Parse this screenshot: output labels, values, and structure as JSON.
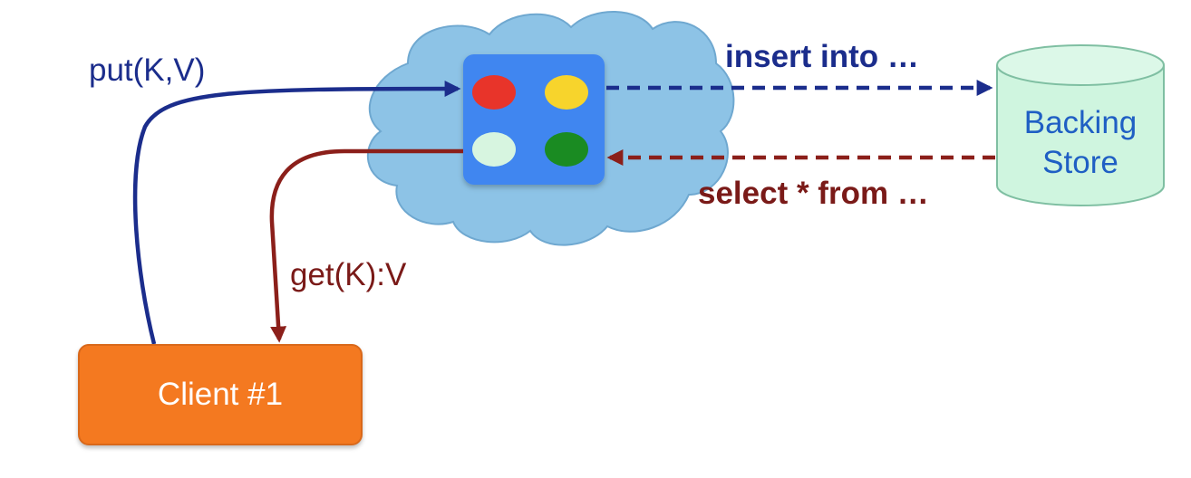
{
  "labels": {
    "put": "put(K,V)",
    "get": "get(K):V",
    "insert": "insert into …",
    "select": "select * from …"
  },
  "backing_store": {
    "line1": "Backing",
    "line2": "Store"
  },
  "client": {
    "label": "Client #1"
  },
  "cache_entries": [
    {
      "color": "#e8342a"
    },
    {
      "color": "#f7d42c"
    },
    {
      "color": "#d7f5e0"
    },
    {
      "color": "#1a8b22"
    }
  ],
  "colors": {
    "put_arrow": "#1b2d8c",
    "get_arrow": "#8b1f1a",
    "cloud": "#8dc3e6",
    "cache_box": "#3f86f0",
    "backing_store_fill": "#cff5df",
    "client_fill": "#f47920"
  }
}
